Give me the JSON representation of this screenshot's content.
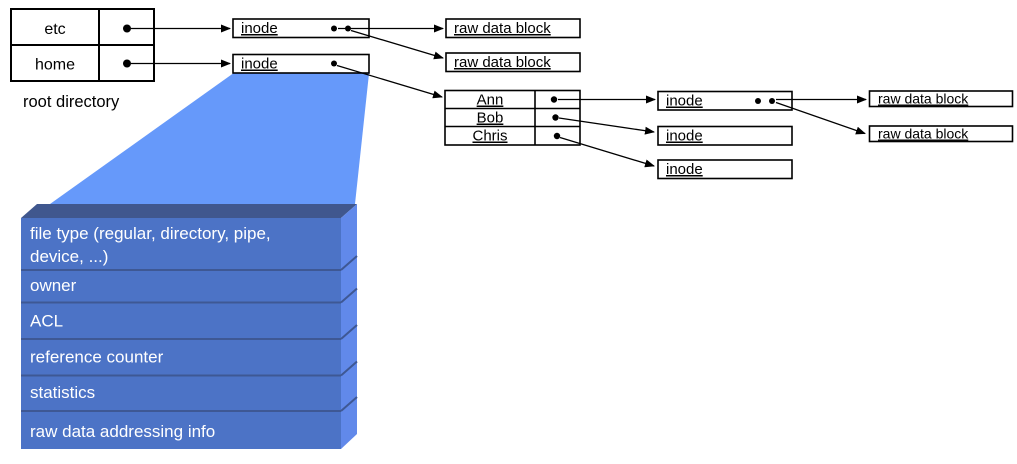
{
  "diagram": {
    "root_directory": {
      "caption": "root directory",
      "rows": [
        {
          "name": "etc"
        },
        {
          "name": "home"
        }
      ]
    },
    "labels": {
      "inode": "inode",
      "raw_data_block": "raw data block"
    },
    "home_directory": {
      "rows": [
        {
          "name": "Ann"
        },
        {
          "name": "Bob"
        },
        {
          "name": "Chris"
        }
      ]
    },
    "inode_fields": [
      {
        "line1": "file type (regular, directory, pipe,",
        "line2": "device, ...)"
      },
      {
        "line1": "owner"
      },
      {
        "line1": "ACL"
      },
      {
        "line1": "reference counter"
      },
      {
        "line1": "statistics"
      },
      {
        "line1": "raw data addressing info"
      }
    ],
    "colors": {
      "funnel": "#6699fa",
      "stack_front": "#4c73c6",
      "stack_side": "#6189ea",
      "stack_top": "#40578e",
      "separator": "#3e5894",
      "line": "#000000",
      "text_light": "#ffffff",
      "text_dark": "#000000"
    }
  }
}
